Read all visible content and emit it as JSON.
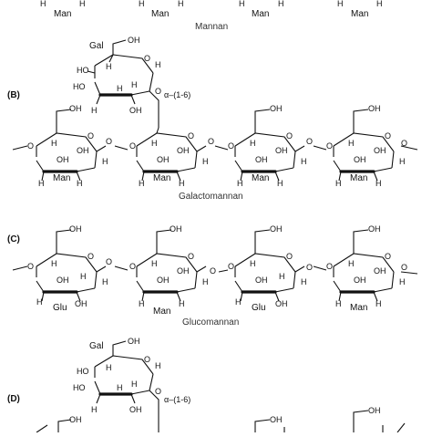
{
  "panels": {
    "a": {
      "caption": "Mannan",
      "residue": "Man"
    },
    "b": {
      "label": "(B)",
      "caption": "Galactomannan",
      "residue": "Man",
      "branch": "Gal",
      "linkage": "α–(1-6)"
    },
    "c": {
      "label": "(C)",
      "caption": "Glucomannan",
      "residues": [
        "Glu",
        "Man",
        "Glu",
        "Man"
      ]
    },
    "d": {
      "label": "(D)",
      "branch": "Gal",
      "linkage": "α–(1-6)"
    }
  },
  "atoms": {
    "oh": "OH",
    "h": "H",
    "ho": "HO",
    "o": "O"
  }
}
